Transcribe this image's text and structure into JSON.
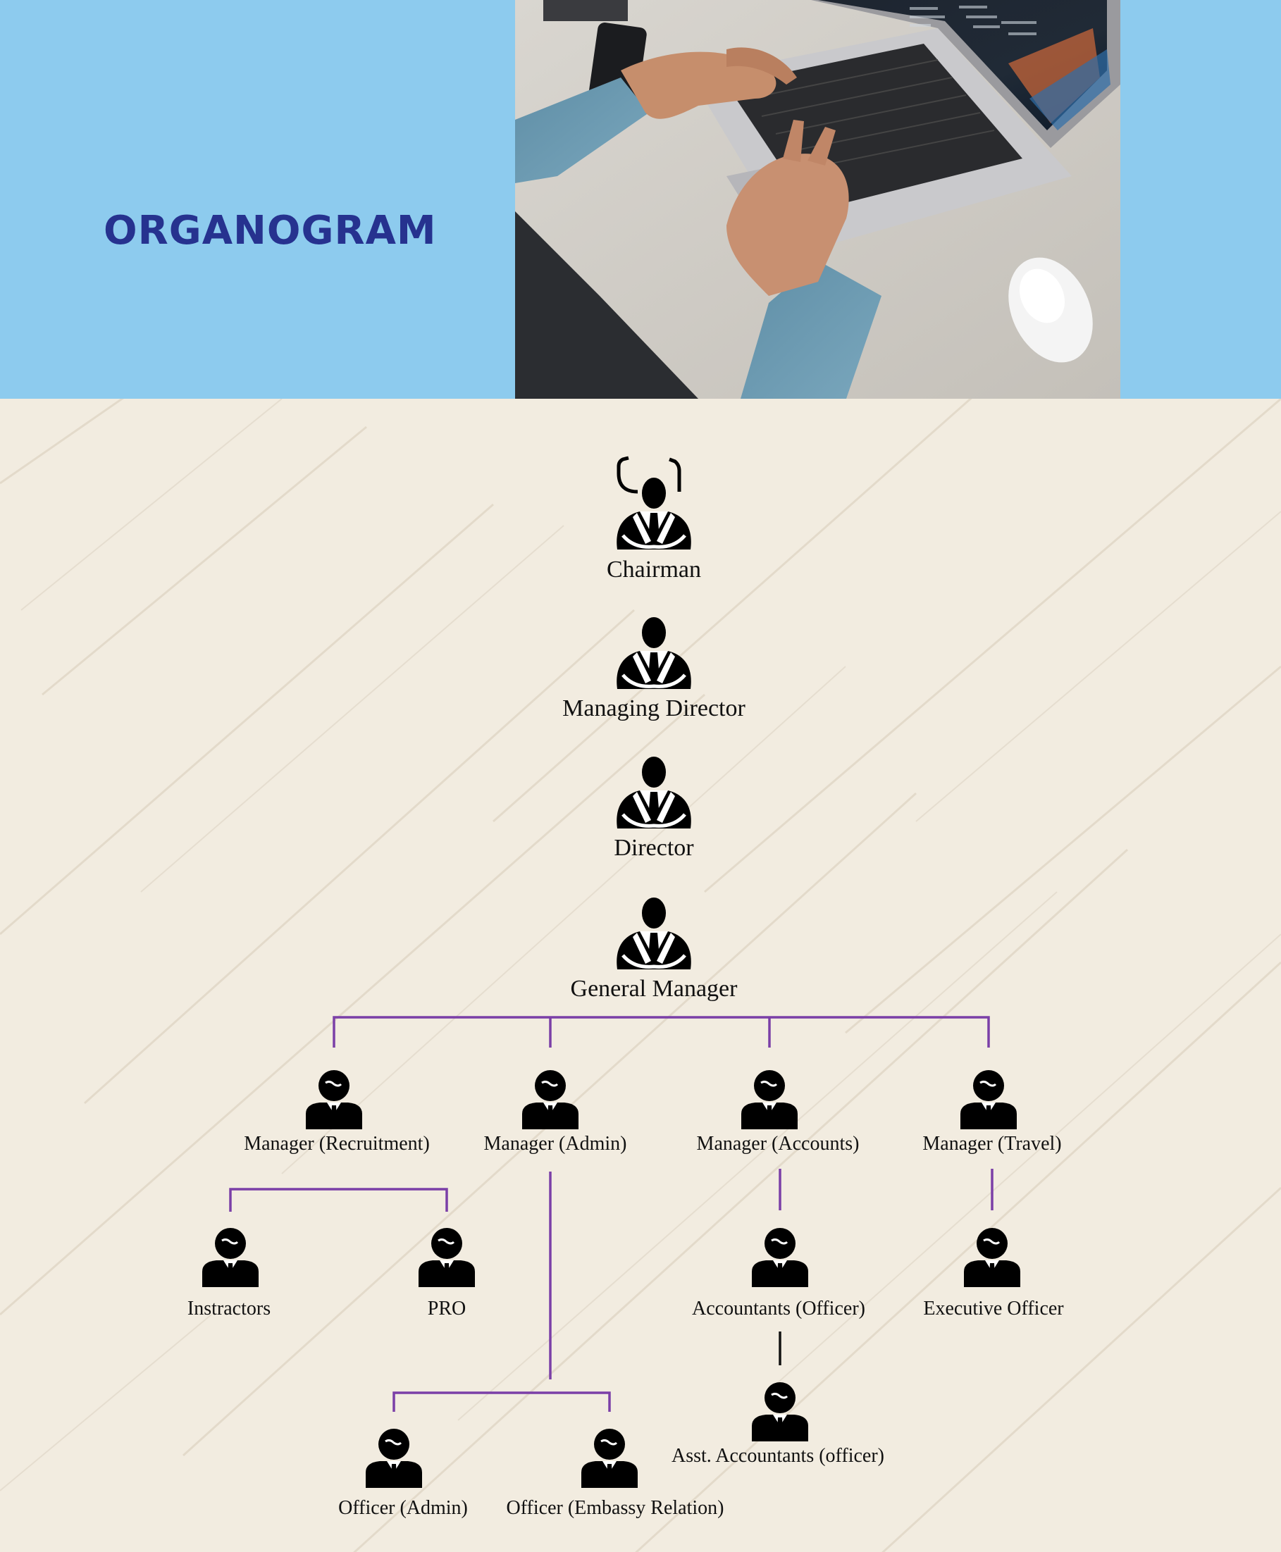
{
  "page": {
    "title": "ORGANOGRAM",
    "header_color": "#8dcbee",
    "title_color": "#26328f",
    "line_color": "#7b3fa7"
  },
  "header_photo": {
    "description": "hands-typing-on-laptop-photo",
    "icon": "laptop-typing-photo"
  },
  "org": {
    "chairman": "Chairman",
    "managing_director": "Managing Director",
    "director": "Director",
    "general_manager": "General Manager",
    "managers": {
      "recruitment": "Manager (Recruitment)",
      "admin": "Manager (Admin)",
      "accounts": "Manager (Accounts)",
      "travel": "Manager (Travel)"
    },
    "staff": {
      "instructors": "Instractors",
      "pro": "PRO",
      "accountants_officer": "Accountants (Officer)",
      "executive_officer": "Executive Officer",
      "asst_accountants": "Asst. Accountants (officer)",
      "officer_admin": "Officer (Admin)",
      "officer_embassy": "Officer (Embassy Relation)"
    }
  }
}
